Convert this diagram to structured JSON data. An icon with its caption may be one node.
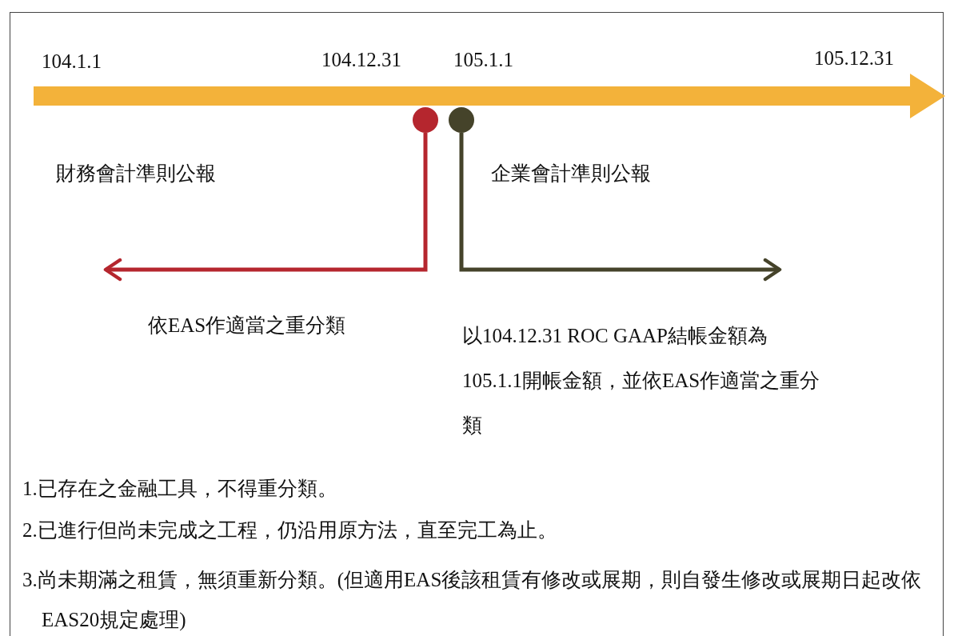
{
  "diagram": {
    "nodes": [
      {
        "text": [],
        "shape": "circle"
      },
      {
        "text": [],
        "shape": "circle"
      }
    ],
    "edges": [
      {
        "from": 0,
        "to": null,
        "arrow": "to",
        "color": "#b5262e"
      },
      {
        "from": 1,
        "to": null,
        "arrow": "to",
        "color": "#45432a"
      }
    ],
    "labels": [
      "104.1.1",
      "104.12.31",
      "105.1.1",
      "105.12.31",
      "財務會計準則公報",
      "企業會計準則公報",
      "依EAS作適當之重分類",
      "以104.12.31 ROC GAAP結帳金額為105.1.1開帳金額，並依EAS作適當之重分類",
      "1.已存在之金融工具，不得重分類。",
      "2.已進行但尚未完成之工程，仍沿用原方法，直至完工為止。",
      "3.尚未期滿之租賃，無須重新分類。(但適用EAS後該租賃有修改或展期，則自發生修改或展期日起改依EAS20規定處理)"
    ]
  }
}
